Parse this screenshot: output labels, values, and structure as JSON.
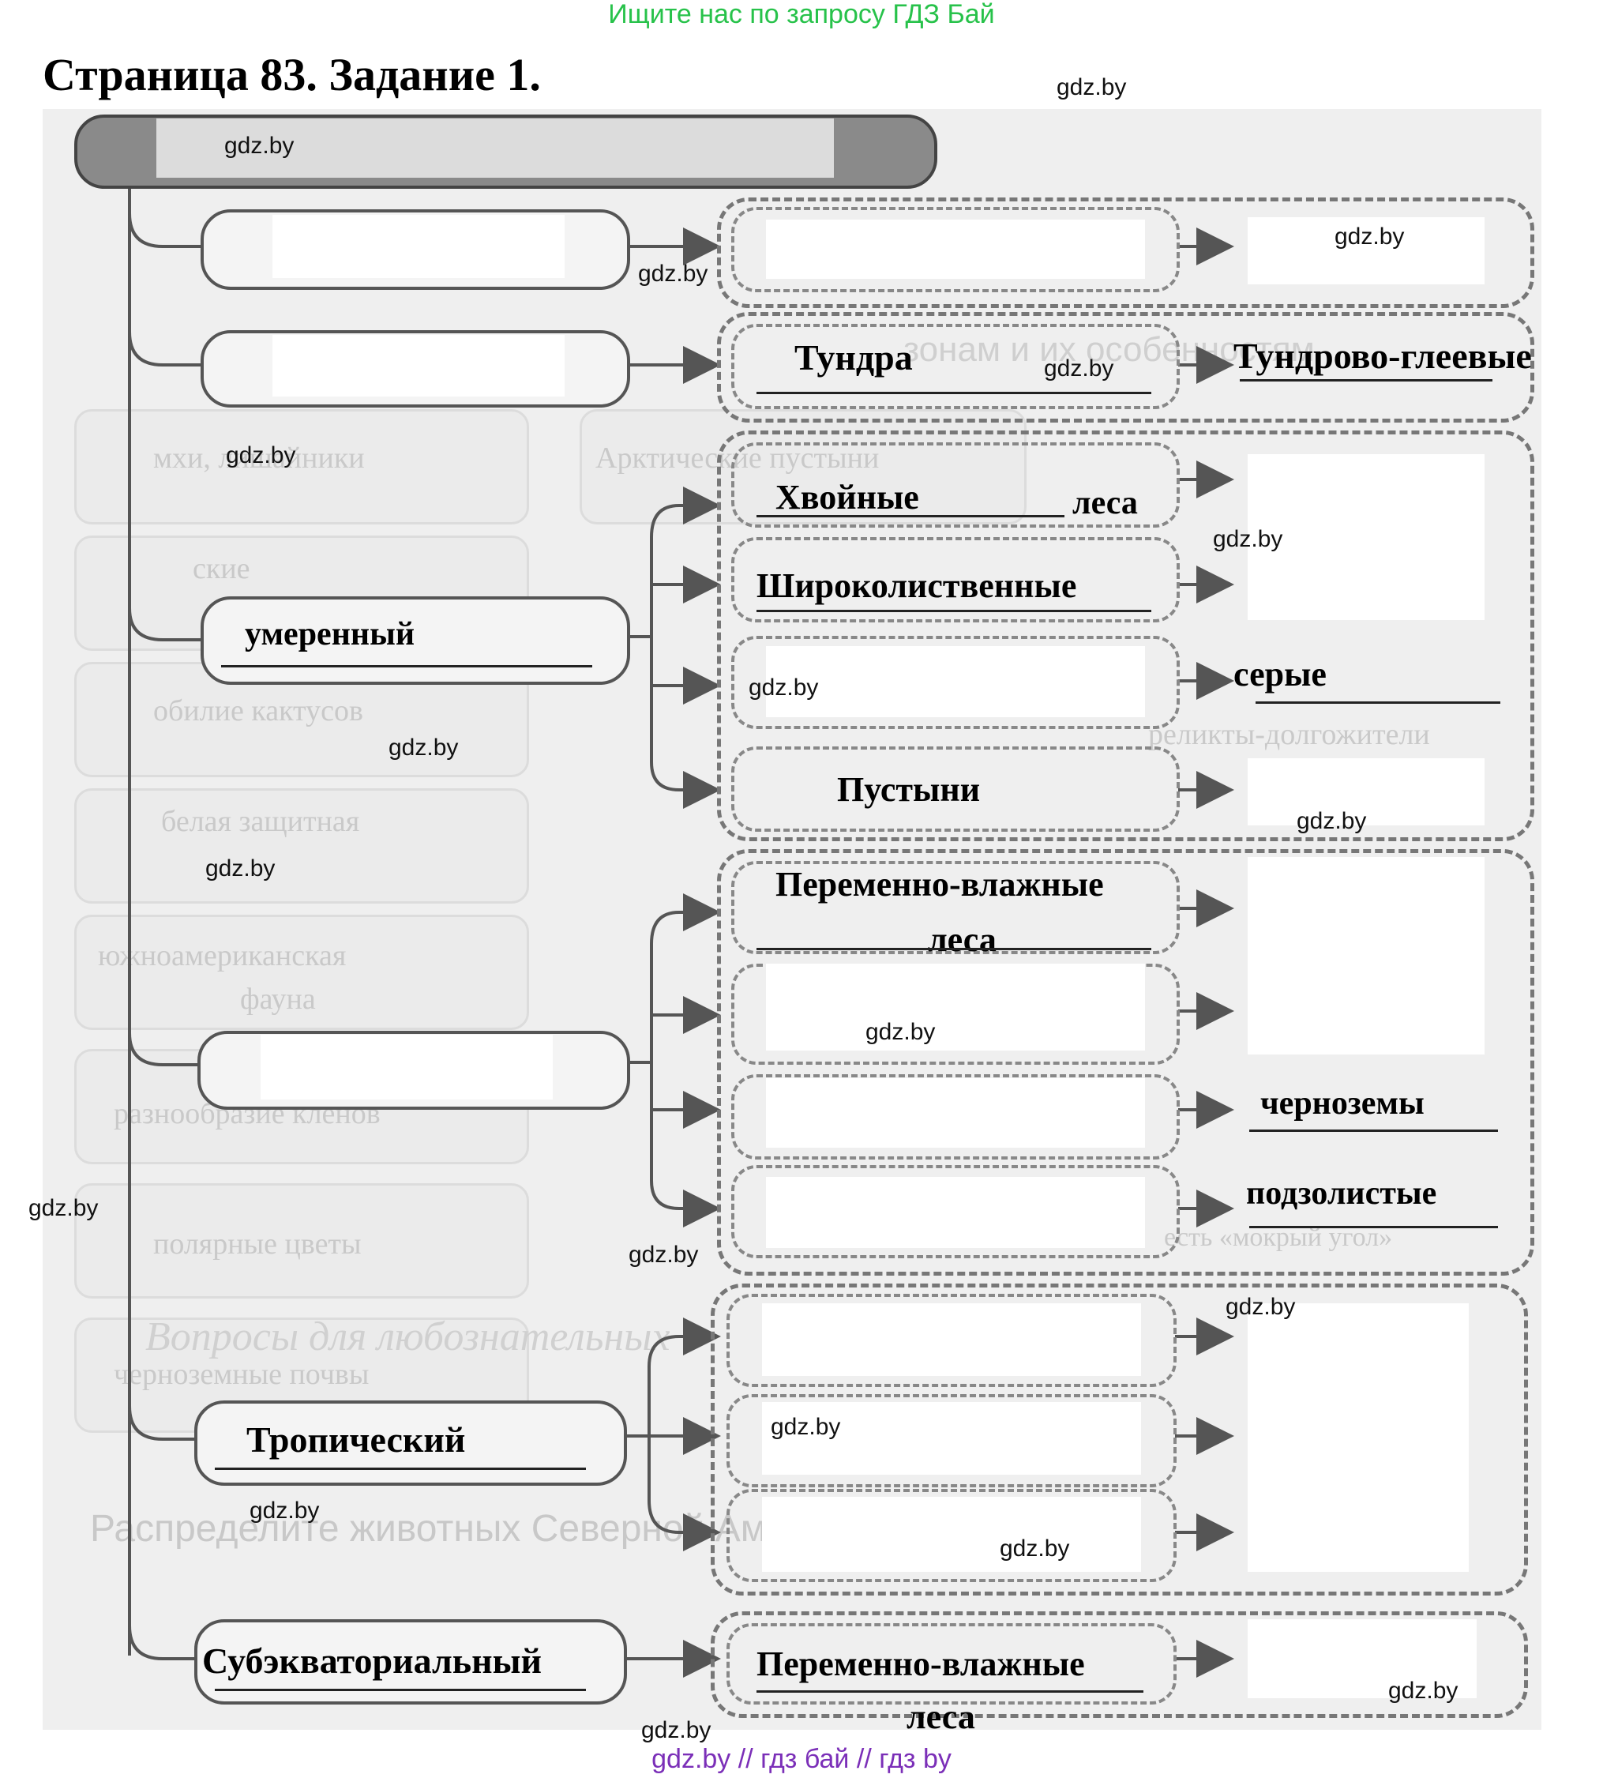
{
  "banner": "Ищите нас по запросу ГДЗ Бай",
  "title": "Страница 83. Задание 1.",
  "footer": "gdz.by  //  гдз бай  //  гдз by",
  "watermark": "gdz.by",
  "climate_belts": {
    "temperate": "умеренный",
    "tropical": "Тропический",
    "subequatorial": "Субэкваториальный"
  },
  "natural_zones": {
    "tundra": "Тундра",
    "coniferous": "Хвойные",
    "coniferous_suffix": "леса",
    "broadleaf": "Широколиственные",
    "deserts": "Пустыни",
    "variably_humid_line1": "Переменно-влажные",
    "variably_humid_line2": "леса",
    "sub_variably_humid_line1": "Переменно-влажные",
    "sub_variably_humid_line2": "леса"
  },
  "soils": {
    "tundra_gley": "Тундрово-глеевые",
    "gray": "серые",
    "chernozems": "черноземы",
    "podzolic": "подзолистые"
  },
  "background_text": {
    "t1": "мхи, лишайники",
    "t2": "Арктические пустыни",
    "t3": "ские",
    "t4": "обилие кактусов",
    "t5": "белая защитная",
    "t6": "южноамериканская",
    "t7": "фауна",
    "t8": "разнообразие клёнов",
    "t9": "полярные цветы",
    "t10": "черноземные почвы",
    "t11": "реликты-долгожители",
    "t12": "есть «мокрый угол»",
    "t13": "Вопросы для любознательных",
    "t14": "Распределите животных Северной Америки по природным",
    "t15": "зонам и их особенностям"
  }
}
